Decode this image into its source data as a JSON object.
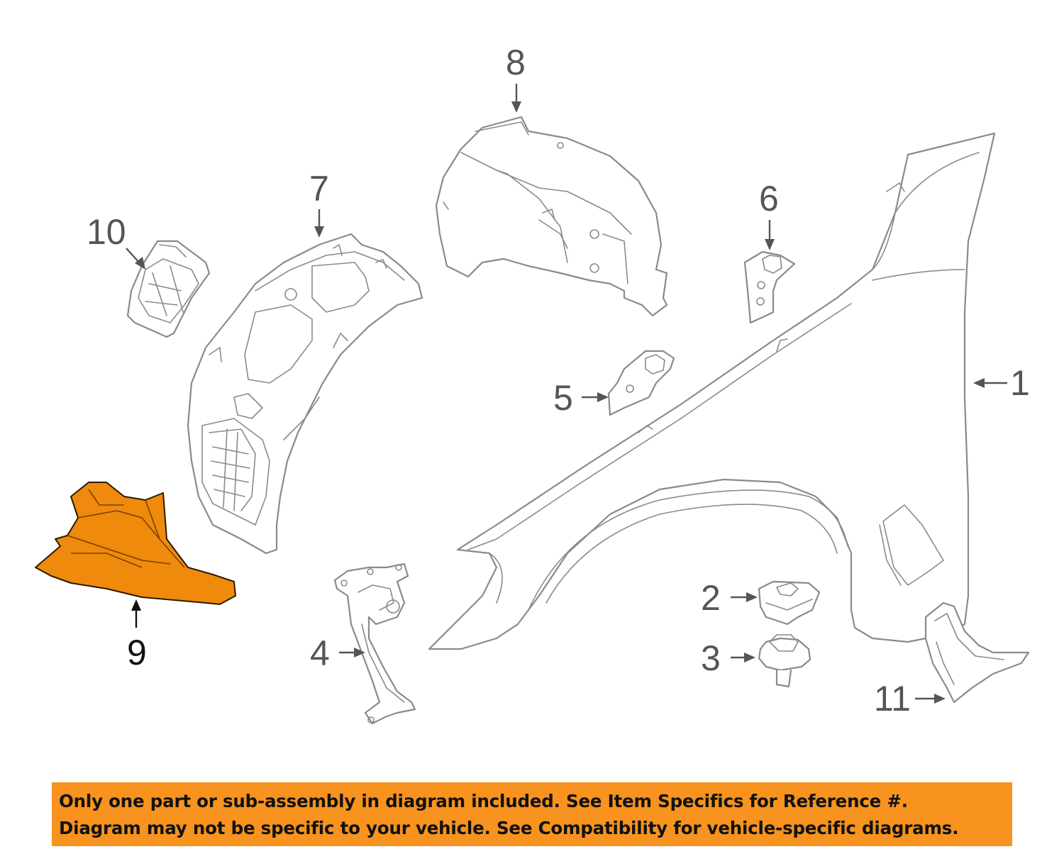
{
  "diagram": {
    "callouts": [
      {
        "id": "1",
        "label": "1"
      },
      {
        "id": "2",
        "label": "2"
      },
      {
        "id": "3",
        "label": "3"
      },
      {
        "id": "4",
        "label": "4"
      },
      {
        "id": "5",
        "label": "5"
      },
      {
        "id": "6",
        "label": "6"
      },
      {
        "id": "7",
        "label": "7"
      },
      {
        "id": "8",
        "label": "8"
      },
      {
        "id": "9",
        "label": "9"
      },
      {
        "id": "10",
        "label": "10"
      },
      {
        "id": "11",
        "label": "11"
      }
    ],
    "highlighted_part": "9",
    "highlight_color": "#ef8a0c",
    "line_color": "#8a8a8a"
  },
  "disclaimer": {
    "line1": "Only one part or sub-assembly in diagram included. See Item Specifics for Reference #.",
    "line2": "Diagram may not be specific to your vehicle. See Compatibility for vehicle-specific diagrams.",
    "background_color": "#f7931e"
  }
}
